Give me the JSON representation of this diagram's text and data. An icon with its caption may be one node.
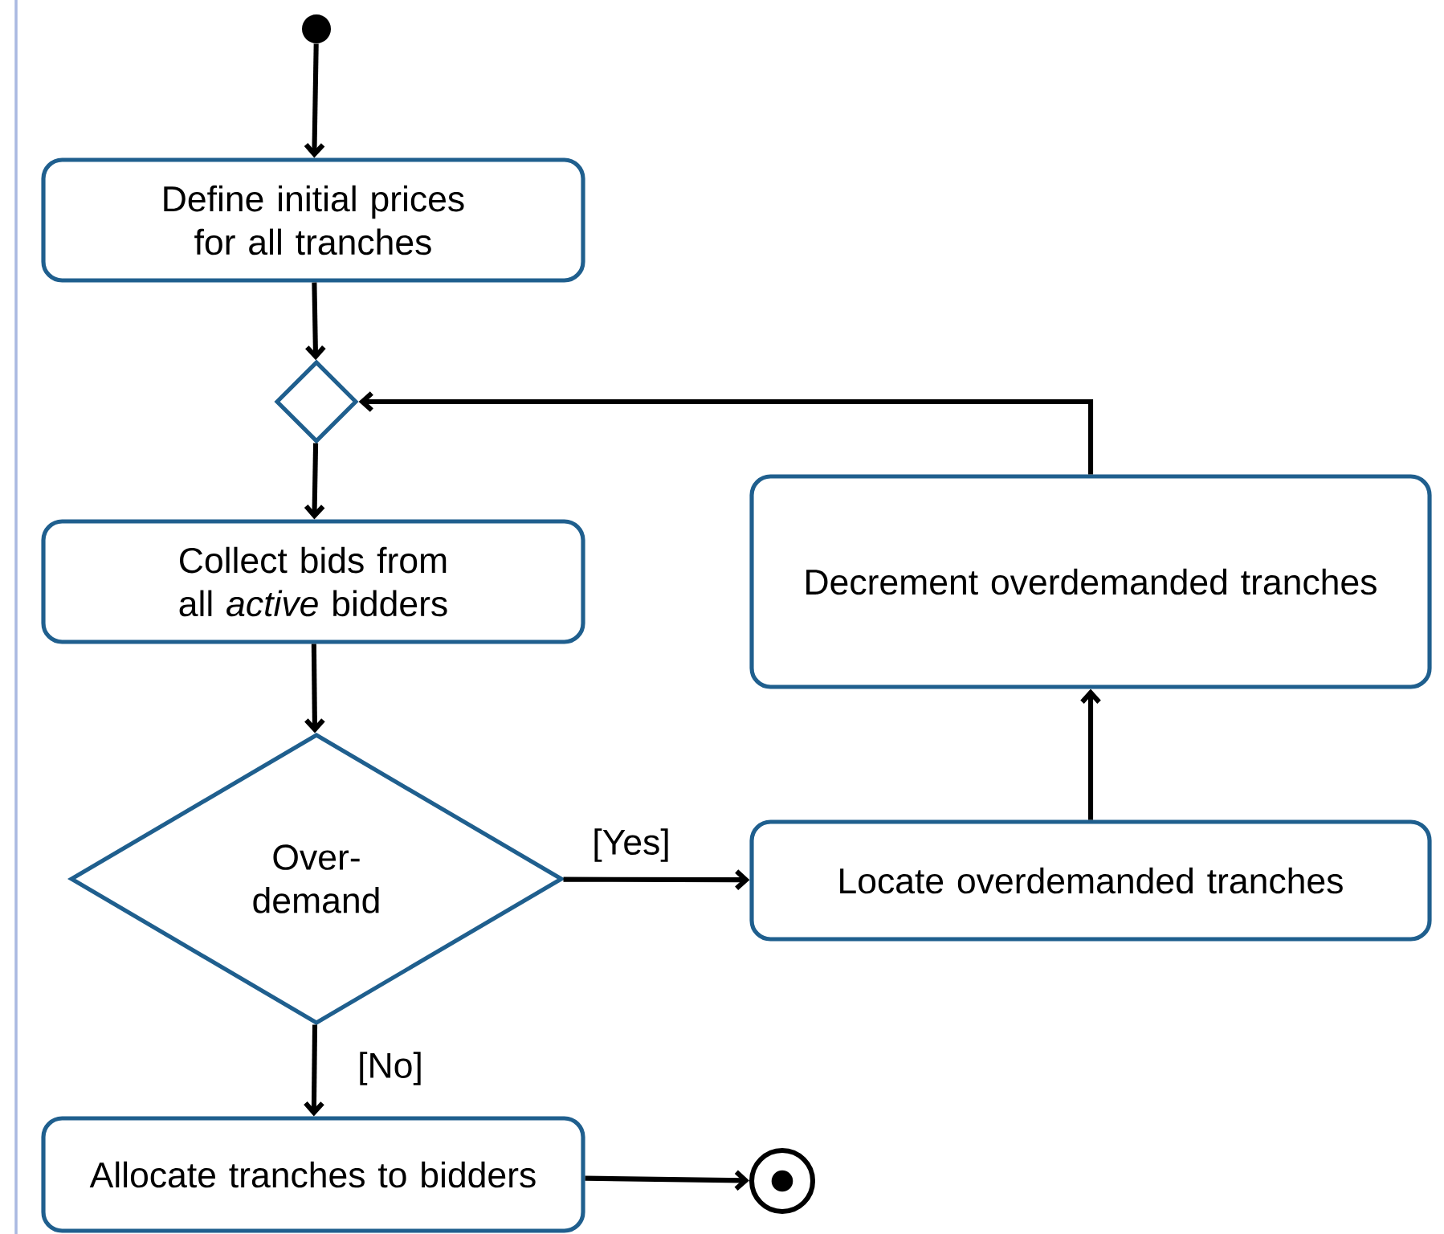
{
  "diagram": {
    "nodes": [
      {
        "text": [],
        "shape": "circle"
      },
      {
        "text": [
          "Define initial prices for all tranches"
        ]
      },
      {
        "text": [],
        "shape": "diamond"
      },
      {
        "text": [
          "Collect bids from all *active* bidders"
        ]
      },
      {
        "text": [
          "Over- demand"
        ]
      },
      {
        "text": [
          "Locate overdemanded tranches"
        ]
      },
      {
        "text": [
          "Decrement overdemanded tranches"
        ]
      },
      {
        "text": [
          "Allocate tranches to bidders"
        ]
      },
      {
        "text": [],
        "shape": "circle"
      }
    ],
    "edges": [
      {
        "from": 0,
        "to": 1,
        "arrow": "to"
      },
      {
        "from": 1,
        "to": 2,
        "arrow": "to"
      },
      {
        "from": 2,
        "to": 3,
        "arrow": "to"
      },
      {
        "from": 3,
        "to": 4,
        "arrow": "to"
      },
      {
        "from": 4,
        "to": 5,
        "arrow": "to",
        "label": "[Yes]"
      },
      {
        "from": 5,
        "to": 6,
        "arrow": "to"
      },
      {
        "from": 6,
        "to": 2,
        "arrow": "to"
      },
      {
        "from": 4,
        "to": 7,
        "arrow": "to",
        "label": "[No]"
      },
      {
        "from": 7,
        "to": 8,
        "arrow": "to"
      }
    ]
  }
}
